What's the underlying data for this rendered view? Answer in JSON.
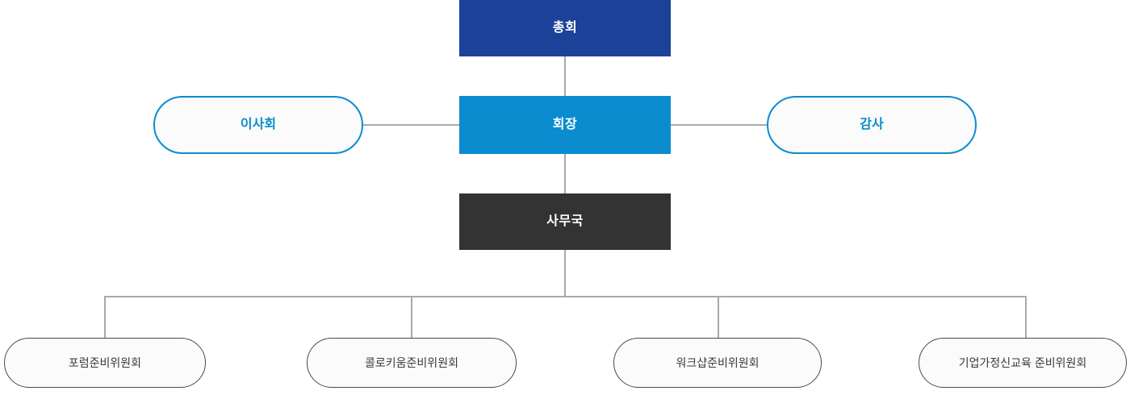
{
  "chart": {
    "type": "org-chart",
    "title": "",
    "background_color": "#ffffff",
    "connector_color": "#a9a9a9",
    "levels": [
      {
        "name": "assembly",
        "nodes": [
          {
            "id": "assembly",
            "label": "총회",
            "shape": "rect",
            "fill": "#1b4298",
            "text_color": "#ffffff"
          }
        ]
      },
      {
        "name": "governance",
        "nodes": [
          {
            "id": "board",
            "label": "이사회",
            "shape": "pill",
            "fill": "#fbfbfb",
            "border_color": "#0a8ccf",
            "text_color": "#0a8ccf"
          },
          {
            "id": "president",
            "label": "회장",
            "shape": "rect",
            "fill": "#0a8ccf",
            "text_color": "#ffffff"
          },
          {
            "id": "auditor",
            "label": "감사",
            "shape": "pill",
            "fill": "#fbfbfb",
            "border_color": "#0a8ccf",
            "text_color": "#0a8ccf"
          }
        ]
      },
      {
        "name": "office",
        "nodes": [
          {
            "id": "secretariat",
            "label": "사무국",
            "shape": "rect",
            "fill": "#333333",
            "text_color": "#ffffff"
          }
        ]
      },
      {
        "name": "committees",
        "nodes": [
          {
            "id": "forum",
            "label": "포럼준비위원회",
            "shape": "pill",
            "fill": "#fbfbfb",
            "border_color": "#4a4a4a",
            "text_color": "#3a3a3a"
          },
          {
            "id": "colloquium",
            "label": "콜로키움준비위원회",
            "shape": "pill",
            "fill": "#fbfbfb",
            "border_color": "#4a4a4a",
            "text_color": "#3a3a3a"
          },
          {
            "id": "workshop",
            "label": "워크샵준비위원회",
            "shape": "pill",
            "fill": "#fbfbfb",
            "border_color": "#4a4a4a",
            "text_color": "#3a3a3a"
          },
          {
            "id": "entrepreneurship",
            "label": "기업가정신교육 준비위원회",
            "shape": "pill",
            "fill": "#fbfbfb",
            "border_color": "#4a4a4a",
            "text_color": "#3a3a3a"
          }
        ]
      }
    ],
    "nodes": {
      "assembly": "총회",
      "board": "이사회",
      "president": "회장",
      "auditor": "감사",
      "secretariat": "사무국",
      "forum": "포럼준비위원회",
      "colloquium": "콜로키움준비위원회",
      "workshop": "워크샵준비위원회",
      "entrepreneurship": "기업가정신교육 준비위원회"
    },
    "edges": [
      {
        "from": "assembly",
        "to": "president"
      },
      {
        "from": "board",
        "to": "president"
      },
      {
        "from": "president",
        "to": "auditor"
      },
      {
        "from": "president",
        "to": "secretariat"
      },
      {
        "from": "secretariat",
        "to": "forum"
      },
      {
        "from": "secretariat",
        "to": "colloquium"
      },
      {
        "from": "secretariat",
        "to": "workshop"
      },
      {
        "from": "secretariat",
        "to": "entrepreneurship"
      }
    ]
  }
}
